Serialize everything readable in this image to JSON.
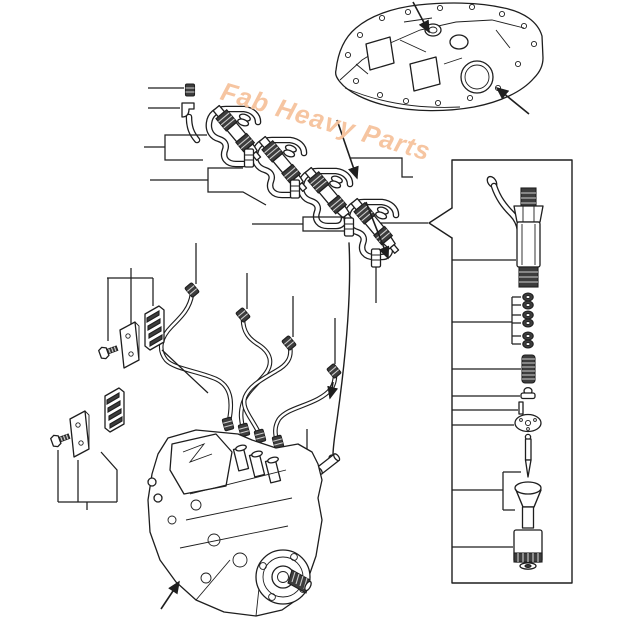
{
  "watermark": {
    "text": "Fab Heavy Parts",
    "color": "#f6c29c"
  },
  "palette": {
    "background": "#ffffff",
    "line": "#1e1e1e",
    "shade": "#3d3d3d"
  },
  "figure": {
    "type": "exploded-parts-line-diagram",
    "components": [
      "cylinder-head",
      "fuel-injector",
      "leak-off-pipe",
      "cap-nut",
      "elbow-fitting",
      "pipe-clip",
      "pipe-stub",
      "injection-pipe",
      "injection-pump",
      "pipe-clamp-bolt",
      "pipe-clamp-plate",
      "pipe-clamp-block",
      "return-hose",
      "hose-sleeve",
      "hose-washer",
      "injector-detail-box",
      "leak-off-elbow",
      "injector-body",
      "washer-set",
      "nozzle-spring",
      "spring-seat",
      "push-rod",
      "spacer-plate",
      "needle-valve",
      "nozzle-body",
      "retaining-nut"
    ],
    "washer_count": 6,
    "injector_count": 4,
    "injection_pipe_count": 4
  }
}
